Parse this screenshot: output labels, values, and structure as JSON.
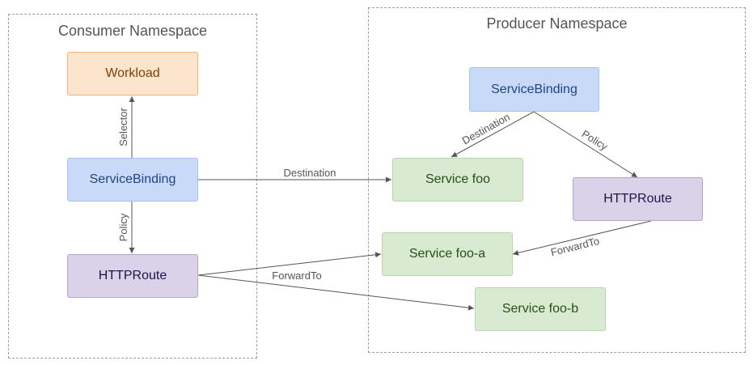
{
  "namespaces": {
    "consumer": {
      "title": "Consumer Namespace"
    },
    "producer": {
      "title": "Producer Namespace"
    }
  },
  "nodes": {
    "workload": "Workload",
    "consumer_servicebinding": "ServiceBinding",
    "consumer_httproute": "HTTPRoute",
    "producer_servicebinding": "ServiceBinding",
    "service_foo": "Service foo",
    "producer_httproute": "HTTPRoute",
    "service_foo_a": "Service foo-a",
    "service_foo_b": "Service foo-b"
  },
  "edges": {
    "selector": "Selector",
    "policy_consumer": "Policy",
    "destination_cross": "Destination",
    "forwardto_consumer": "ForwardTo",
    "destination_producer": "Destination",
    "policy_producer": "Policy",
    "forwardto_producer": "ForwardTo"
  },
  "colors": {
    "orange_fill": "#fce5cd",
    "blue_fill": "#c9daf8",
    "purple_fill": "#d9d2e9",
    "green_fill": "#d9ead3",
    "edge": "#555555"
  }
}
